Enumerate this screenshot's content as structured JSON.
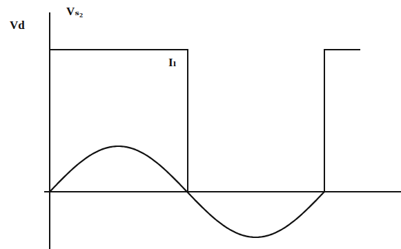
{
  "diagram": {
    "labels": [
      "Vd",
      "Vₛ₂",
      "Iₗ"
    ]
  }
}
